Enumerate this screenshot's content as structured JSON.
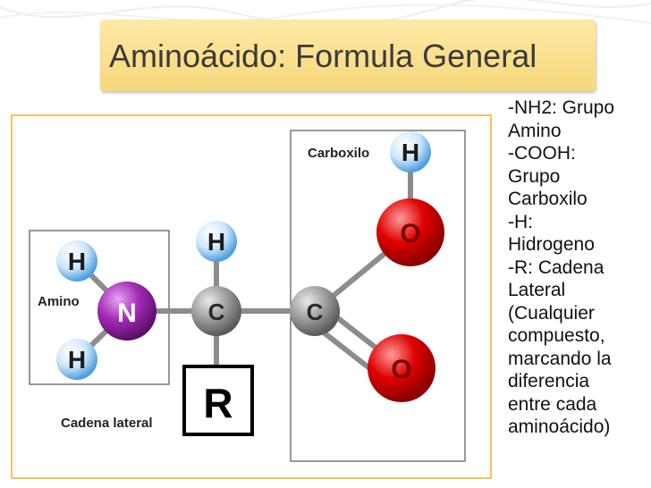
{
  "title": "Aminoácido: Formula General",
  "legend_lines": [
    "-NH2: Grupo",
    "Amino",
    "-COOH:",
    "Grupo",
    "Carboxilo",
    "-H:",
    "Hidrogeno",
    "-R: Cadena",
    "Lateral",
    "(Cualquier",
    "compuesto,",
    "marcando la",
    "diferencia",
    "entre cada",
    "aminoácido)"
  ],
  "diagram": {
    "amino_label": "Amino",
    "carboxilo_label": "Carboxilo",
    "cadena_label": "Cadena lateral",
    "atoms": {
      "h_amino_top": "H",
      "h_amino_bottom": "H",
      "n": "N",
      "h_alpha": "H",
      "c_alpha": "C",
      "c_carboxyl": "C",
      "o_hydroxyl": "O",
      "o_carbonyl": "O",
      "h_carboxyl": "H",
      "r_group": "R"
    }
  },
  "colors": {
    "title_bg": "#f7d77a",
    "frame_border": "#f5c45a",
    "hydrogen": "#5aa9e6",
    "nitrogen": "#8e1d9e",
    "carbon": "#8a8a8a",
    "oxygen": "#d50000"
  }
}
